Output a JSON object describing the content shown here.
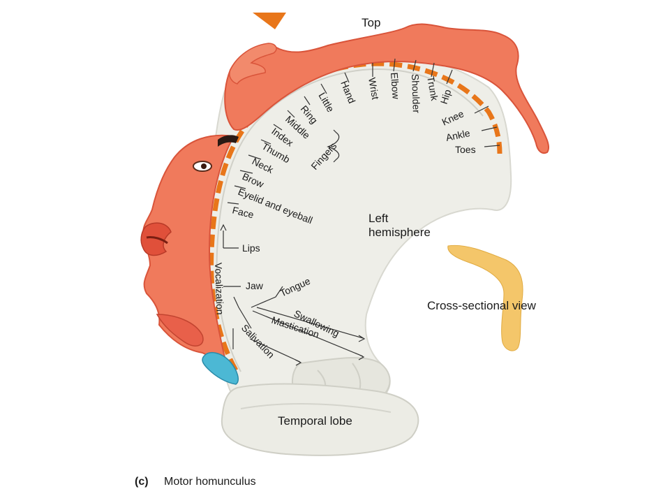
{
  "direction_marker_label": "Top",
  "region_labels": {
    "hemisphere_line1": "Left",
    "hemisphere_line2": "hemisphere",
    "cross_section": "Cross-sectional view",
    "temporal_lobe": "Temporal lobe"
  },
  "group_label": "Fingers",
  "body_parts": [
    {
      "name": "Toes"
    },
    {
      "name": "Ankle"
    },
    {
      "name": "Knee"
    },
    {
      "name": "Hip"
    },
    {
      "name": "Trunk"
    },
    {
      "name": "Shoulder"
    },
    {
      "name": "Elbow"
    },
    {
      "name": "Wrist"
    },
    {
      "name": "Hand"
    },
    {
      "name": "Little"
    },
    {
      "name": "Ring"
    },
    {
      "name": "Middle"
    },
    {
      "name": "Index"
    },
    {
      "name": "Thumb"
    },
    {
      "name": "Neck"
    },
    {
      "name": "Brow"
    },
    {
      "name": "Eyelid and eyeball"
    },
    {
      "name": "Face"
    },
    {
      "name": "Lips"
    },
    {
      "name": "Jaw"
    },
    {
      "name": "Tongue"
    },
    {
      "name": "Swallowing"
    },
    {
      "name": "Mastication"
    },
    {
      "name": "Salivation"
    },
    {
      "name": "Vocalization"
    }
  ],
  "caption": {
    "letter": "(c)",
    "text": "Motor homunculus"
  },
  "colors": {
    "skin": "#f07a5c",
    "skin_dark": "#d9543a",
    "cortex_dash": "#e8761a",
    "brain": "#eeeee8",
    "brain_shadow": "#cfcfc6",
    "cross_section": "#f4c66a",
    "marker": "#e8761a"
  }
}
